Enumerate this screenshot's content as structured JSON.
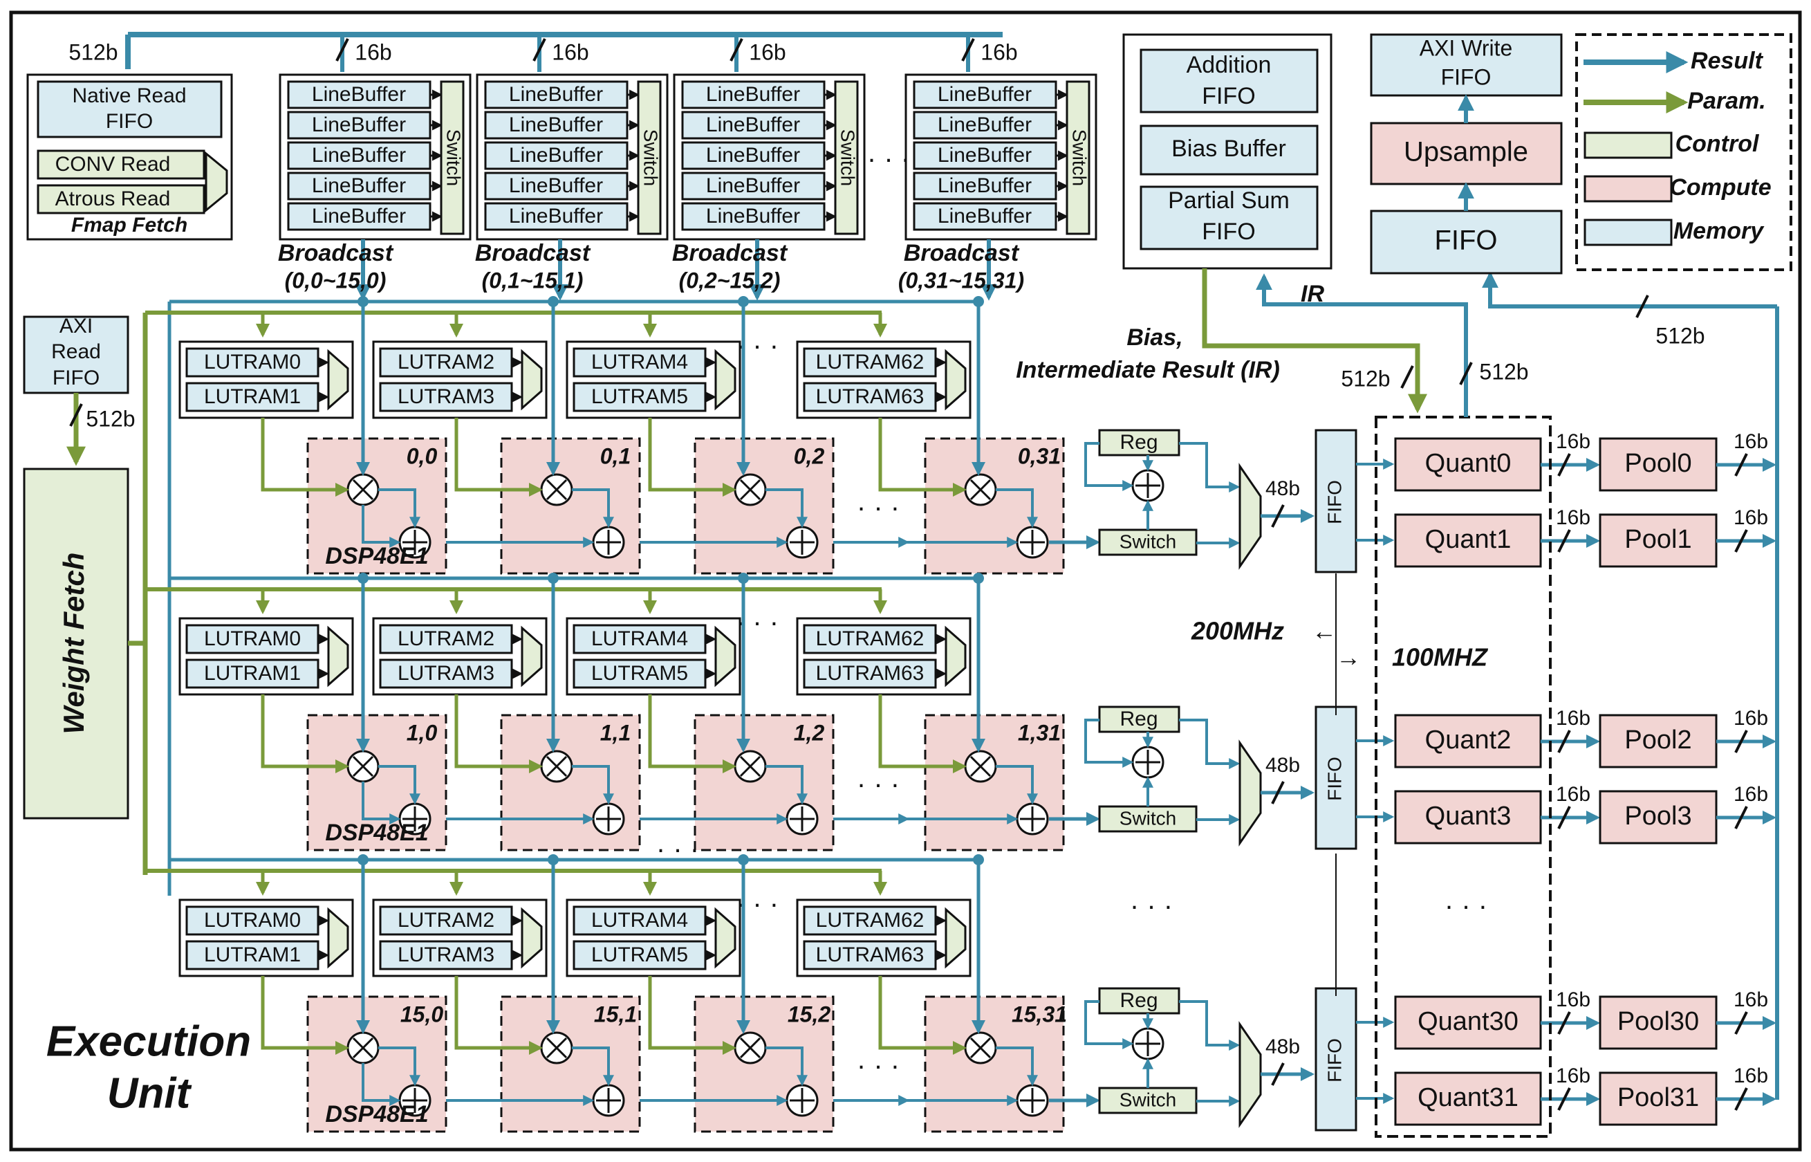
{
  "colors": {
    "result": "#3a8aa8",
    "param": "#7a9a3a",
    "control": "#e4eed7",
    "compute": "#f2d5d3",
    "memory": "#d9ebf2"
  },
  "labels": {
    "bus_512b": "512b",
    "bus_16b": "16b",
    "bus_48b": "48b",
    "native_read_fifo_1": "Native Read",
    "native_read_fifo_2": "FIFO",
    "conv_read": "CONV Read",
    "atrous_read": "Atrous Read",
    "fmap_fetch": "Fmap Fetch",
    "line_buffer": "LineBuffer",
    "switch": "Switch",
    "ellipsis": "· · ·",
    "broadcast": "Broadcast",
    "axi_read_1": "AXI",
    "axi_read_2": "Read",
    "axi_read_3": "FIFO",
    "weight_fetch": "Weight  Fetch",
    "dsp": "DSP48E1",
    "reg": "Reg",
    "fifo": "FIFO",
    "addition_fifo_1": "Addition",
    "addition_fifo_2": "FIFO",
    "bias_buffer": "Bias Buffer",
    "partial_sum_1": "Partial Sum",
    "partial_sum_2": "FIFO",
    "axi_write_1": "AXI Write",
    "axi_write_2": "FIFO",
    "upsample": "Upsample",
    "ir": "IR",
    "bias_ir_1": "Bias,",
    "bias_ir_2": "Intermediate Result (IR)",
    "clk_200": "200MHz",
    "clk_100": "100MHZ",
    "arrow_left": "←",
    "arrow_right": "→",
    "execution_1": "Execution",
    "execution_2": "Unit"
  },
  "legend": {
    "result": "Result",
    "param": "Param.",
    "control": "Control",
    "compute": "Compute",
    "memory": "Memory"
  },
  "broadcast_coords": [
    "(0,0~15,0)",
    "(0,1~15,1)",
    "(0,2~15,2)",
    "(0,31~15,31)"
  ],
  "pe_rows": [
    {
      "luts": [
        [
          "LUTRAM0",
          "LUTRAM1"
        ],
        [
          "LUTRAM2",
          "LUTRAM3"
        ],
        [
          "LUTRAM4",
          "LUTRAM5"
        ],
        [
          "LUTRAM62",
          "LUTRAM63"
        ]
      ],
      "pe_ids": [
        "0,0",
        "0,1",
        "0,2",
        "0,31"
      ]
    },
    {
      "luts": [
        [
          "LUTRAM0",
          "LUTRAM1"
        ],
        [
          "LUTRAM2",
          "LUTRAM3"
        ],
        [
          "LUTRAM4",
          "LUTRAM5"
        ],
        [
          "LUTRAM62",
          "LUTRAM63"
        ]
      ],
      "pe_ids": [
        "1,0",
        "1,1",
        "1,2",
        "1,31"
      ]
    },
    {
      "luts": [
        [
          "LUTRAM0",
          "LUTRAM1"
        ],
        [
          "LUTRAM2",
          "LUTRAM3"
        ],
        [
          "LUTRAM4",
          "LUTRAM5"
        ],
        [
          "LUTRAM62",
          "LUTRAM63"
        ]
      ],
      "pe_ids": [
        "15,0",
        "15,1",
        "15,2",
        "15,31"
      ]
    }
  ],
  "quant_pool_pairs": [
    [
      "Quant0",
      "Pool0",
      "Quant1",
      "Pool1"
    ],
    [
      "Quant2",
      "Pool2",
      "Quant3",
      "Pool3"
    ],
    [
      "Quant30",
      "Pool30",
      "Quant31",
      "Pool31"
    ]
  ]
}
